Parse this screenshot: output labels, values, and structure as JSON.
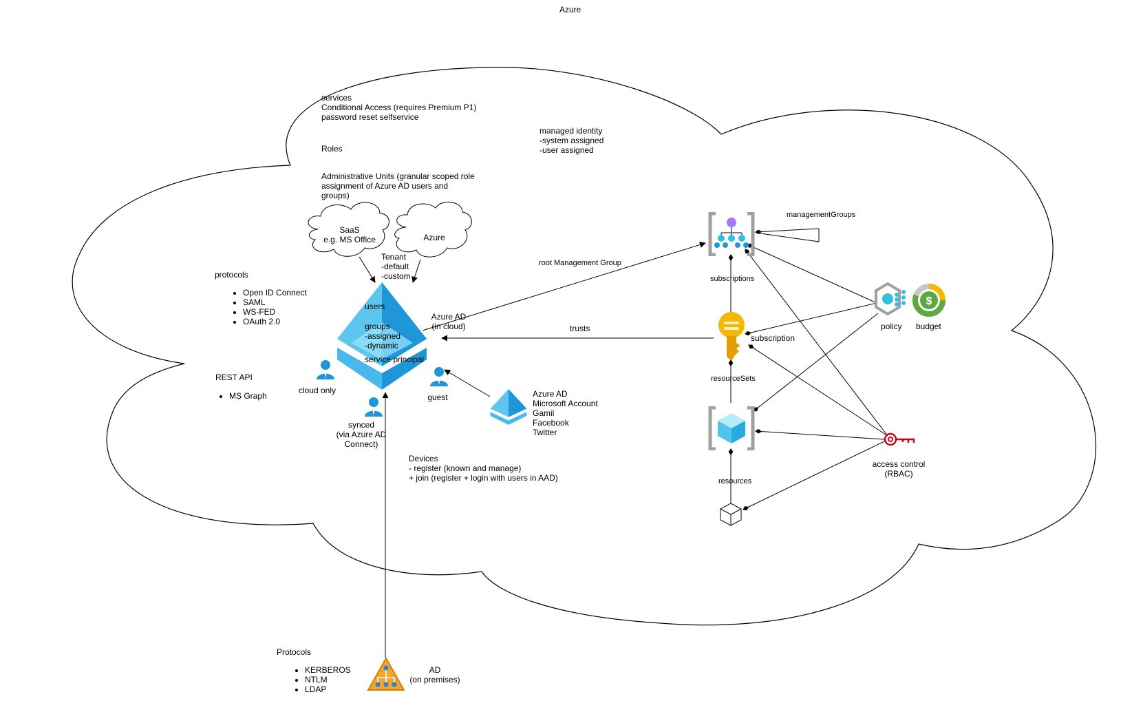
{
  "title": "Azure",
  "tenant": {
    "services_block": "services\nConditional Access (requires Premium P1)\npassword reset selfservice",
    "roles": "Roles",
    "admin_units": "Administrative Units (granular scoped role\nassignment of Azure AD users and\ngroups)",
    "saas_cloud": "SaaS\ne.g. MS Office",
    "azure_cloud": "Azure",
    "tenant_label": "Tenant\n-default\n-custom",
    "users": "users",
    "groups": "groups\n-assigned\n-dynamic",
    "service_principal": "service principal",
    "azure_ad": "Azure AD\n(in cloud)",
    "cloud_only": "cloud only",
    "synced": "synced\n(via Azure AD\nConnect)",
    "guest": "guest",
    "external_idps": "Azure AD\nMicrosoft Account\nGamil\nFacebook\nTwitter",
    "devices": "Devices\n- register (known and manage)\n+ join (register + login with users in AAD)"
  },
  "protocols": {
    "heading": "protocols",
    "items": [
      "Open ID Connect",
      "SAML",
      "WS-FED",
      "OAuth 2.0"
    ]
  },
  "rest_api": {
    "heading": "REST API",
    "items": [
      "MS Graph"
    ]
  },
  "managed_identity": "managed identity\n-system assigned\n-user assigned",
  "hierarchy": {
    "management_groups": "managementGroups",
    "root_management_group": "root Management Group",
    "subscriptions": "subscriptions",
    "trusts": "trusts",
    "subscription": "subscription",
    "resource_sets": "resourceSets",
    "resources": "resources",
    "policy": "policy",
    "budget": "budget",
    "access_control": "access control\n(RBAC)"
  },
  "on_prem": {
    "heading": "Protocols",
    "items": [
      "KERBEROS",
      "NTLM",
      "LDAP"
    ],
    "ad": "AD\n(on premises)"
  },
  "colors": {
    "azure_blue": "#1e96d8",
    "azure_light": "#8fdcf5",
    "key_gold": "#f5b800",
    "rbac_red": "#d0021b",
    "ad_orange": "#f2a531",
    "budget_green": "#5ba93f"
  }
}
